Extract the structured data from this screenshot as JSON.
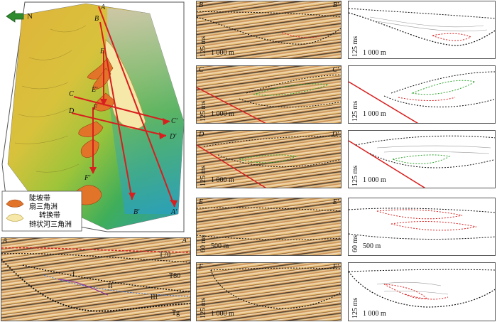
{
  "map": {
    "north_label": "N",
    "profile_labels": [
      "A",
      "B",
      "E",
      "E'",
      "C",
      "D",
      "F",
      "C'",
      "D'",
      "F'",
      "B'",
      "A'"
    ],
    "legend": {
      "fan_delta_line1": "陡坡带",
      "fan_delta_line2": "扇三角洲",
      "braided_line1": "转换带",
      "braided_line2": "辫状河三角洲"
    }
  },
  "main_section": {
    "left_label": "A",
    "right_label": "A'",
    "horizons": [
      "T70",
      "T80",
      "Tg"
    ],
    "units": [
      "I",
      "II",
      "III"
    ]
  },
  "sections": [
    {
      "left": "B",
      "right": "B'",
      "vscale": "125 ms",
      "hscale": "1 000 m"
    },
    {
      "left": "C",
      "right": "C'",
      "vscale": "125 ms",
      "hscale": "1 000 m"
    },
    {
      "left": "D",
      "right": "D'",
      "vscale": "125 ms",
      "hscale": "1 000 m"
    },
    {
      "left": "E",
      "right": "E'",
      "vscale": "60 ms",
      "hscale": "500 m"
    },
    {
      "left": "F",
      "right": "F'",
      "vscale": "125 ms",
      "hscale": "1 000 m"
    }
  ],
  "colors": {
    "fault": "#d81e1e",
    "fan": "#e2742a",
    "braided": "#f5e8a8",
    "green_body": "#2aa02a"
  }
}
